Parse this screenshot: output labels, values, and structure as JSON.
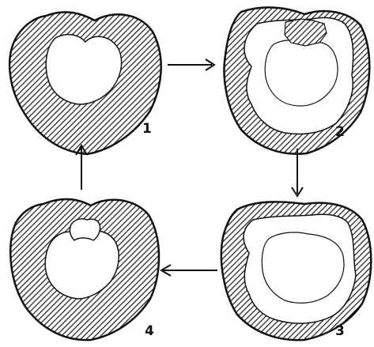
{
  "stages": [
    {
      "id": 1,
      "label": "1"
    },
    {
      "id": 2,
      "label": "2"
    },
    {
      "id": 3,
      "label": "3"
    },
    {
      "id": 4,
      "label": "4"
    }
  ],
  "colors": {
    "ink": "#1a1a1a",
    "paper": "#ffffff"
  }
}
